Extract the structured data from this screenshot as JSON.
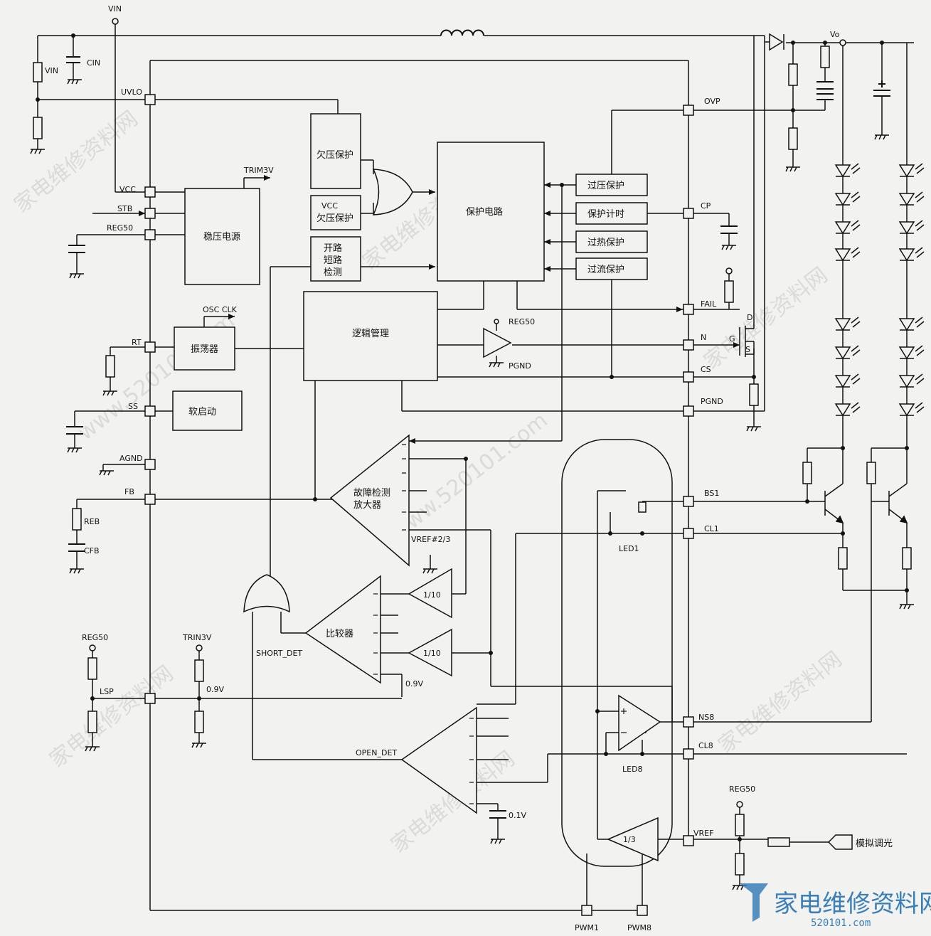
{
  "pins": {
    "uvlo": "UVLO",
    "vcc": "VCC",
    "stb": "STB",
    "reg50": "REG50",
    "rt": "RT",
    "ss": "SS",
    "agnd": "AGND",
    "fb": "FB",
    "lsp": "LSP",
    "ovp": "OVP",
    "cp": "CP",
    "fail": "FAIL",
    "n": "N",
    "cs": "CS",
    "pgnd": "PGND",
    "bs1": "BS1",
    "cl1": "CL1",
    "ns8": "NS8",
    "cl8": "CL8",
    "vref": "VREF",
    "pwm1": "PWM1",
    "pwm8": "PWM8"
  },
  "blocks": {
    "uvlo_protect": "欠压保护",
    "vcc_uvlo": [
      "VCC",
      "欠压保护"
    ],
    "open_short": [
      "开路",
      "短路",
      "检测"
    ],
    "protect_circuit": "保护电路",
    "regulator": "稳压电源",
    "logic": "逻辑管理",
    "oscillator": "振荡器",
    "soft_start": "软启动",
    "ovp_protect": "过压保护",
    "timer_protect": "保护计时",
    "thermal_protect": "过热保护",
    "ocp_protect": "过流保护",
    "fault_amp": [
      "故障检测",
      "放大器"
    ],
    "comparator": "比较器",
    "div10_a": "1/10",
    "div10_b": "1/10",
    "div3": "1/3"
  },
  "labels": {
    "vin_top": "VIN",
    "vin_res": "VIN",
    "cin": "CIN",
    "trim3v": "TRIM3V",
    "osc_clk": "OSC CLK",
    "reg50_driver": "REG50",
    "pgnd_driver": "PGND",
    "reb": "REB",
    "cfb": "CFB",
    "vref_ratio": "VREF#2/3",
    "v09_cmp": "0.9V",
    "short_det": "SHORT_DET",
    "reg50_lsp": "REG50",
    "trin3v": "TRIN3V",
    "lsp_v": "0.9V",
    "open_det": "OPEN_DET",
    "v01": "0.1V",
    "led1": "LED1",
    "led8": "LED8",
    "vo": "Vo",
    "mos_d": "D",
    "mos_g": "G",
    "mos_s": "S",
    "reg50_dim": "REG50",
    "analog_dim": "模拟调光"
  },
  "watermark": {
    "text_cn": "家电维修资料网",
    "text_url": "www.520101.com",
    "logo_cn": "家电维修资料网",
    "logo_en": "520101.com"
  },
  "colors": {
    "ink": "#111111",
    "paper": "#f2f2f0",
    "watermark": "#c8c8c8",
    "logo": "#3a7fb8"
  }
}
